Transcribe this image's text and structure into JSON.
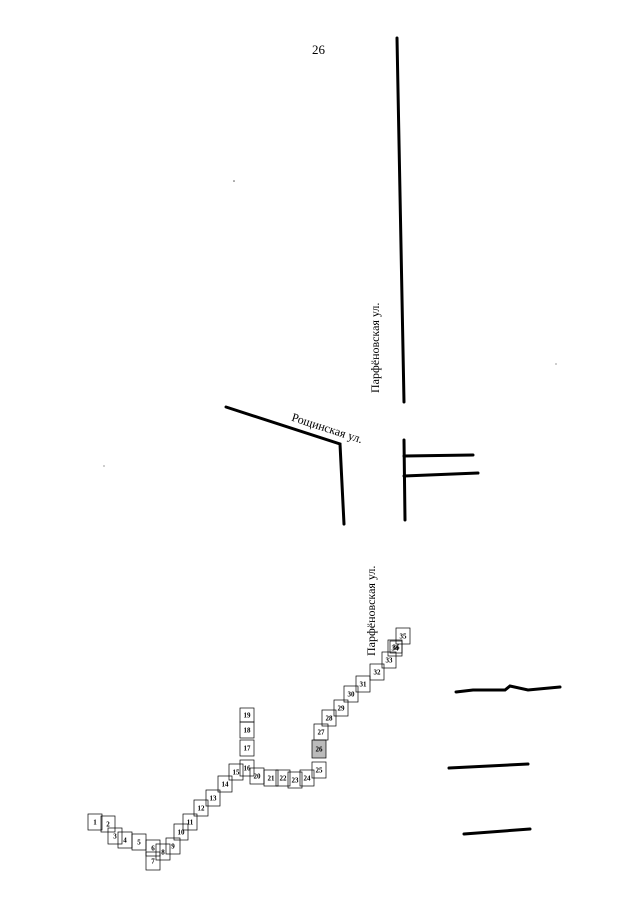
{
  "page": {
    "number": "26"
  },
  "streets": {
    "parfenovskaya_top": "Парфёновская ул.",
    "roshchinskaya": "Рощинская ул.",
    "parfenovskaya_bottom": "Парфёновская ул."
  },
  "plots": [
    "1",
    "2",
    "3",
    "4",
    "5",
    "6",
    "7",
    "8",
    "9",
    "10",
    "11",
    "12",
    "13",
    "14",
    "15",
    "16",
    "17",
    "18",
    "19",
    "20",
    "21",
    "22",
    "23",
    "24",
    "25",
    "26",
    "27",
    "28",
    "29",
    "30",
    "31",
    "32",
    "33",
    "34",
    "35",
    "36"
  ]
}
